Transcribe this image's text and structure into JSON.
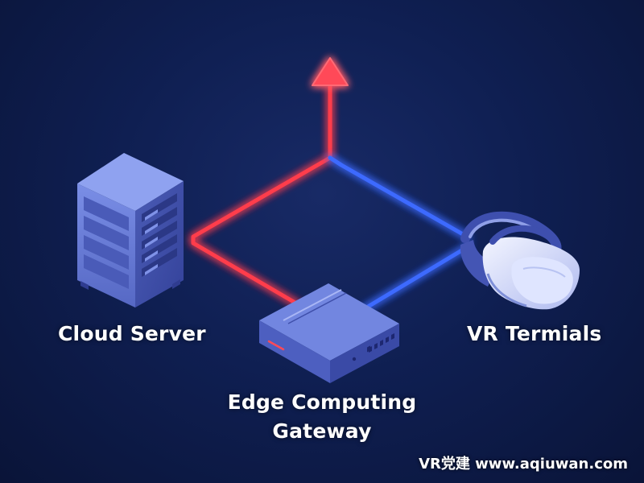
{
  "nodes": {
    "cloud_server": {
      "label": "Cloud Server"
    },
    "vr_terminals": {
      "label": "VR Termials"
    },
    "gateway": {
      "line1": "Edge Computing",
      "line2": "Gateway"
    }
  },
  "watermark": "VR党建 www.aqiuwan.com",
  "colors": {
    "background": "#0f1f52",
    "device_blue": "#6b7fd6",
    "red_line": "#ff3c4c",
    "blue_line": "#3e6bff",
    "label_text": "#ffffff"
  },
  "icons": [
    "server-rack-icon",
    "edge-gateway-icon",
    "vr-headset-icon",
    "arrow-up-icon"
  ]
}
